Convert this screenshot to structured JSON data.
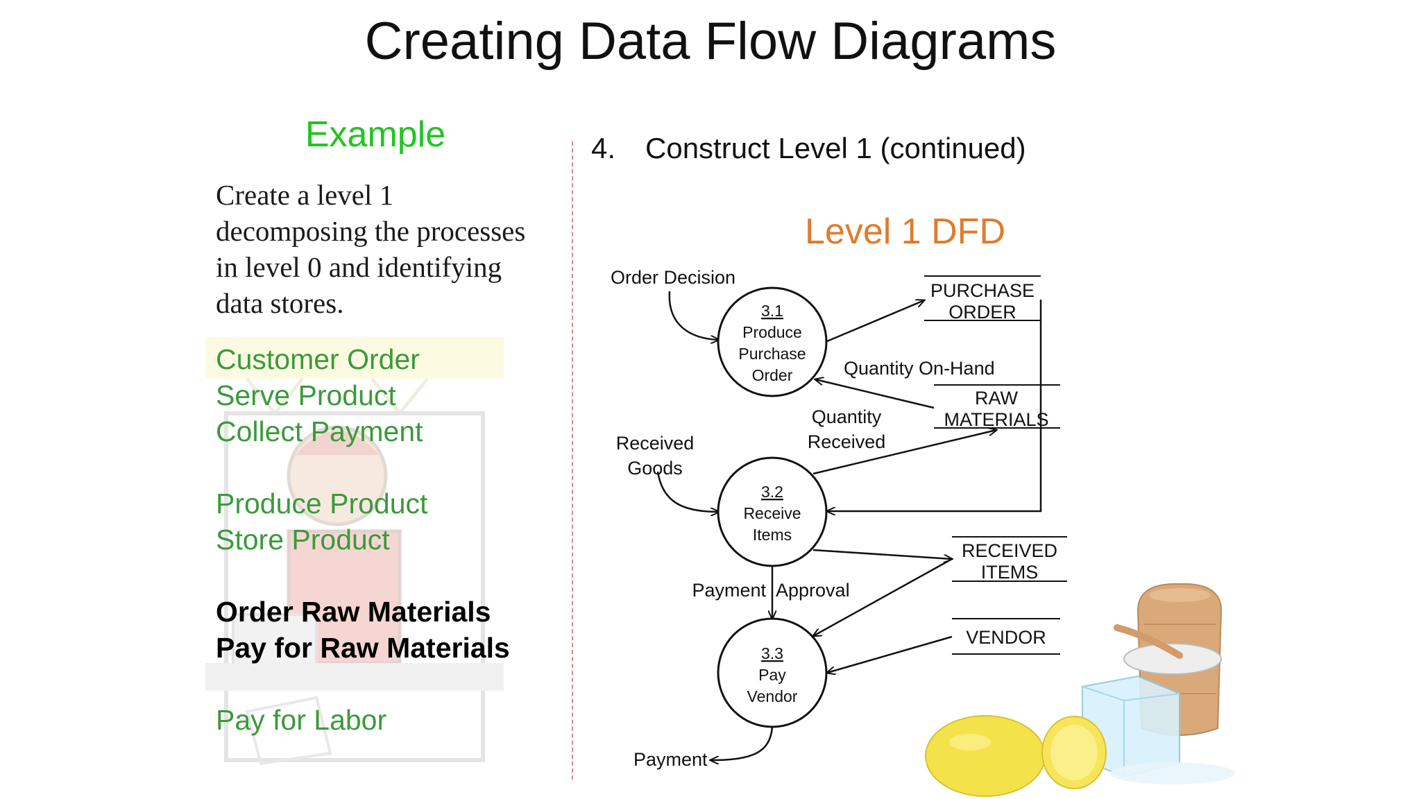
{
  "slide": {
    "title": "Creating Data Flow Diagrams"
  },
  "left": {
    "heading": "Example",
    "instruction": [
      "Create a level 1",
      "decomposing the processes",
      "in level 0 and identifying",
      "data stores."
    ],
    "processes": [
      {
        "label": "Customer Order",
        "style": "green"
      },
      {
        "label": "Serve Product",
        "style": "green"
      },
      {
        "label": "Collect Payment",
        "style": "green"
      },
      {
        "label": "",
        "style": "gap"
      },
      {
        "label": "Produce Product",
        "style": "green"
      },
      {
        "label": "Store Product",
        "style": "green"
      },
      {
        "label": "",
        "style": "gap"
      },
      {
        "label": "Order Raw Materials",
        "style": "bold"
      },
      {
        "label": "Pay for Raw Materials",
        "style": "bold"
      },
      {
        "label": "",
        "style": "gap"
      },
      {
        "label": "Pay for Labor",
        "style": "green"
      }
    ]
  },
  "right": {
    "step_number": "4.",
    "step_text": "Construct Level 1 (continued)",
    "dfd_title": "Level 1 DFD"
  },
  "dfd": {
    "processes": {
      "p31": {
        "id": "3.1",
        "lines": [
          "Produce",
          "Purchase",
          "Order"
        ]
      },
      "p32": {
        "id": "3.2",
        "lines": [
          "Receive",
          "Items"
        ]
      },
      "p33": {
        "id": "3.3",
        "lines": [
          "Pay",
          "Vendor"
        ]
      }
    },
    "stores": {
      "purchase_order": [
        "PURCHASE",
        "ORDER"
      ],
      "raw_materials": [
        "RAW",
        "MATERIALS"
      ],
      "received_items": [
        "RECEIVED",
        "ITEMS"
      ],
      "vendor": [
        "VENDOR"
      ]
    },
    "flows": {
      "order_decision": [
        "Order Decision"
      ],
      "quantity_on_hand": [
        "Quantity On-Hand"
      ],
      "quantity_received": [
        "Quantity",
        "Received"
      ],
      "received_goods": [
        "Received",
        "Goods"
      ],
      "payment_approval": [
        "Payment",
        "Approval"
      ],
      "payment": [
        "Payment"
      ]
    }
  },
  "colors": {
    "title": "#111111",
    "example_heading": "#22c422",
    "process_green": "#3a9a3a",
    "dfd_title": "#e07b2c",
    "divider": "#d08a8a"
  },
  "decor": {
    "clipart": [
      "lemon-icon",
      "ice-cube-icon",
      "sugar-bowl-icon",
      "lemonade-stand-watermark"
    ]
  }
}
